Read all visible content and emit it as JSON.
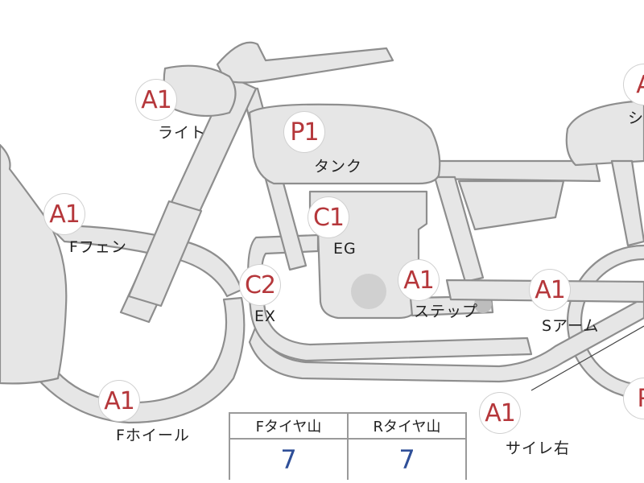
{
  "parts": [
    {
      "id": "light",
      "code": "A1",
      "name": "ライト"
    },
    {
      "id": "tank",
      "code": "P1",
      "name": "タンク"
    },
    {
      "id": "front-fender",
      "code": "A1",
      "name": "Fフェン"
    },
    {
      "id": "engine",
      "code": "C1",
      "name": "EG"
    },
    {
      "id": "exhaust",
      "code": "C2",
      "name": "EX"
    },
    {
      "id": "step",
      "code": "A1",
      "name": "ステップ"
    },
    {
      "id": "swing-arm",
      "code": "A1",
      "name": "Sアーム"
    },
    {
      "id": "front-wheel",
      "code": "A1",
      "name": "Fホイール"
    },
    {
      "id": "muffler-right",
      "code": "A1",
      "name": "サイレ右"
    },
    {
      "id": "seat",
      "code": "A",
      "name": "シ"
    },
    {
      "id": "rear-wheel",
      "code": "P",
      "name": ""
    }
  ],
  "tire_tread": {
    "headers": [
      "Fタイヤ山",
      "Rタイヤ山"
    ],
    "values": [
      "7",
      "7"
    ]
  },
  "colors": {
    "badge_text": "#b5373b",
    "value_text": "#2f4f98",
    "part_fill": "#e6e6e6",
    "part_stroke": "#8e8e8e"
  }
}
